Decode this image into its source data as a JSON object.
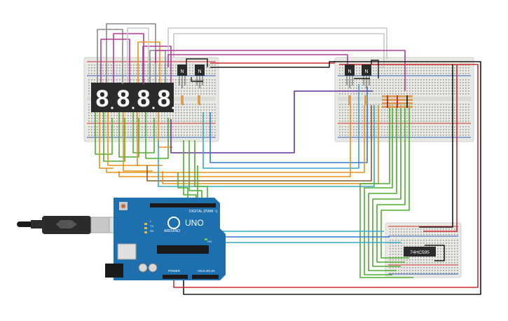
{
  "display": {
    "digits": [
      "8",
      "8",
      "8",
      "8"
    ]
  },
  "transistors": [
    {
      "label": "N"
    },
    {
      "label": "N"
    },
    {
      "label": "N"
    },
    {
      "label": "N"
    }
  ],
  "shift_register": {
    "label": "74HC595"
  },
  "arduino": {
    "brand": "ARDUINO",
    "model": "UNO",
    "digital_header": "DIGITAL (PWM ~)",
    "power_header": "POWER",
    "analog_header": "ANALOG IN",
    "on_label": "ON",
    "tx_label": "TX",
    "rx_label": "RX",
    "l_label": "L"
  },
  "colors": {
    "canvas": "#ffffff",
    "breadboard": "#e8e8e4",
    "breadboard_edge": "#d2d2cc",
    "rail_red": "#d0312d",
    "rail_blue": "#2f5fb3",
    "arduino_board": "#1e6fae",
    "segment_body": "#2b2b2b",
    "segment_lit": "#ffffff",
    "wire_green": "#4caf2f",
    "wire_orange": "#e8901a",
    "wire_magenta": "#b23a9d",
    "wire_gray": "#8a8a8a",
    "wire_light_gray": "#c8c8c8",
    "wire_teal": "#35a6c9",
    "wire_blue": "#2f7bd3",
    "wire_purple": "#6a2ea0",
    "wire_red": "#cf2a2a",
    "wire_black": "#1a1a1a",
    "wire_brown": "#8b5a2b"
  }
}
